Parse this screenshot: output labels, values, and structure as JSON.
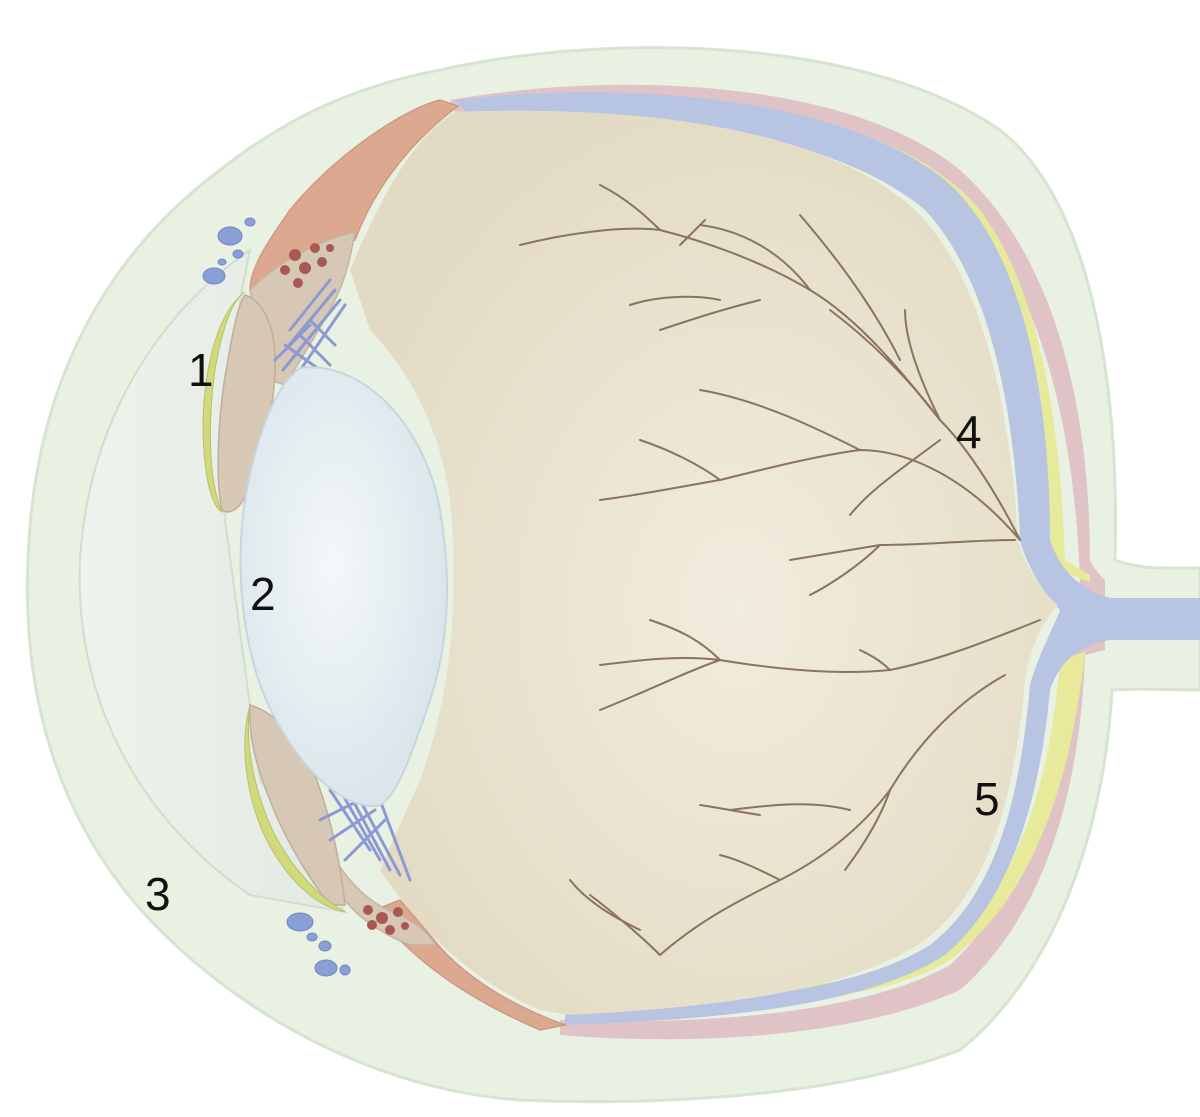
{
  "labels": {
    "l1": "1",
    "l2": "2",
    "l3": "3",
    "l4": "4",
    "l5": "5"
  },
  "colors": {
    "background": "#ffffff",
    "sclera_outer": "#e9f1e2",
    "sclera_edge": "#d4e2cc",
    "vitreous": "#e4ddc6",
    "vitreous_light": "#efeadc",
    "lens": "#e6eef2",
    "iris": "#d7c8b6",
    "iris_yellow": "#d1d97d",
    "ciliary_muscle": "#dda890",
    "retina_blue": "#b7c4e2",
    "retina_yellow": "#e6ea9a",
    "choroid_pink": "#dfc3c7",
    "zonules": "#8b9ad4",
    "vessels": "#8a7360",
    "dots_red": "#a85a52",
    "canal_blue": "#8a9fd6",
    "label_text": "#111111"
  }
}
